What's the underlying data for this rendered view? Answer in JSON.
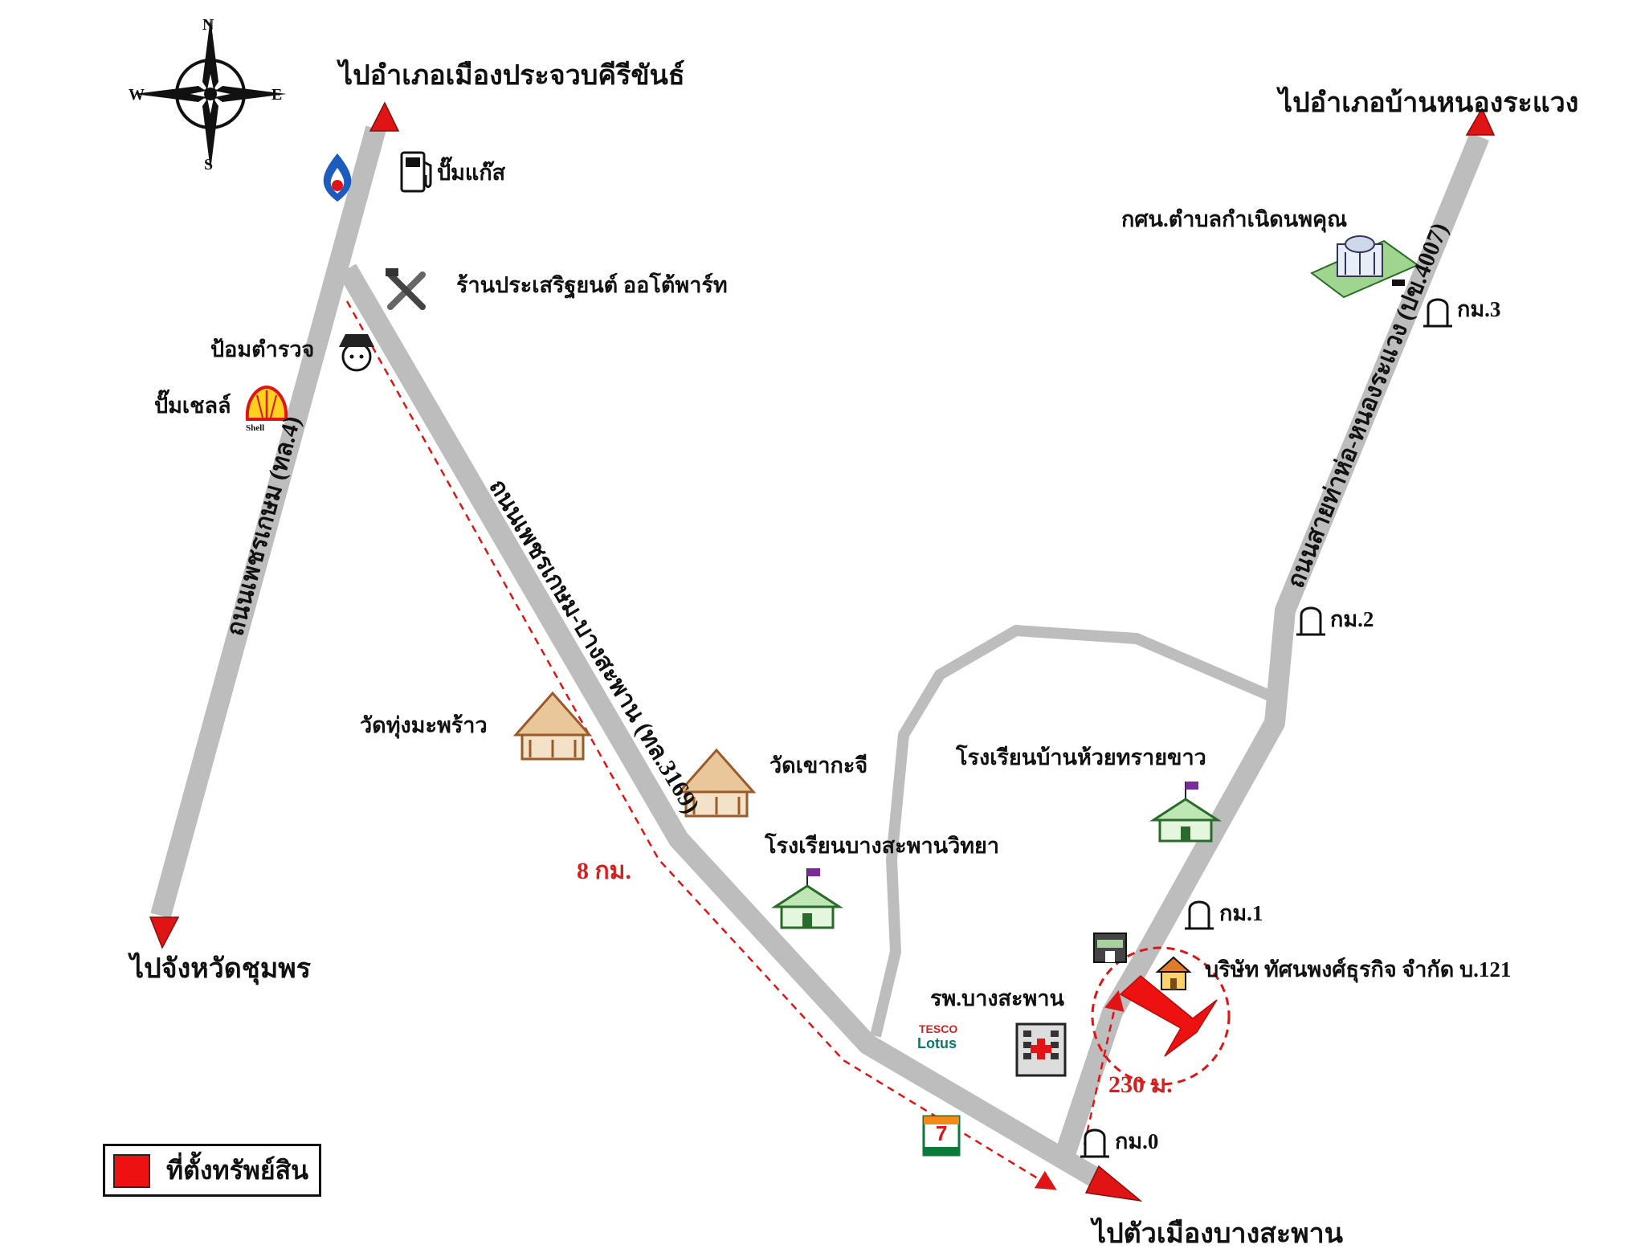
{
  "compass": {
    "n": "N",
    "s": "S",
    "e": "E",
    "w": "W"
  },
  "destinations": {
    "north_left": "ไปอำเภอเมืองประจวบคีรีขันธ์",
    "north_right": "ไปอำเภอบ้านหนองระแวง",
    "south_left": "ไปจังหวัดชุมพร",
    "south_bottom": "ไปตัวเมืองบางสะพาน"
  },
  "roads": {
    "petchkasem": "ถนนเพชรเกษม (ทล.4)",
    "phetkasem_bangsaphan": "ถนนเพชรเกษม-บางสะพาน (ทล.3169)",
    "thayo_nongrawaeng": "ถนนสายท่าห่อ-หนองระแวง (ปข.4007)"
  },
  "landmarks": {
    "gas_pump": "ปั๊มแก๊ส",
    "auto_parts": "ร้านประเสริฐยนต์ ออโต้พาร์ท",
    "police_box": "ป้อมตำรวจ",
    "shell_pump": "ปั๊มเชลล์",
    "wat_thung": "วัดทุ่งมะพร้าว",
    "wat_khao": "วัดเขากะจี",
    "school_bangsaphan": "โรงเรียนบางสะพานวิทยา",
    "school_huai": "โรงเรียนบ้านห้วยทรายขาว",
    "hospital": "รพ.บางสะพาน",
    "kshn": "กศน.ตำบลกำเนิดนพคุณ",
    "property": "บริษัท ทัศนพงศ์ธุรกิจ จำกัด บ.121",
    "tesco_top": "TESCO",
    "tesco_bottom": "Lotus",
    "shell_word": "Shell",
    "seven_number": "7"
  },
  "km_markers": {
    "km0": "กม.0",
    "km1": "กม.1",
    "km2": "กม.2",
    "km3": "กม.3"
  },
  "distances": {
    "main": "8 กม.",
    "short": "230 ม."
  },
  "legend": {
    "label": "ที่ตั้งทรัพย์สิน"
  },
  "colors": {
    "road": "#bdbdbd",
    "road_edge": "#a6a6a6",
    "arrow": "#e01414",
    "distance": "#d6201f",
    "property_marker": "#ee1111",
    "legend_swatch": "#ee1111"
  }
}
